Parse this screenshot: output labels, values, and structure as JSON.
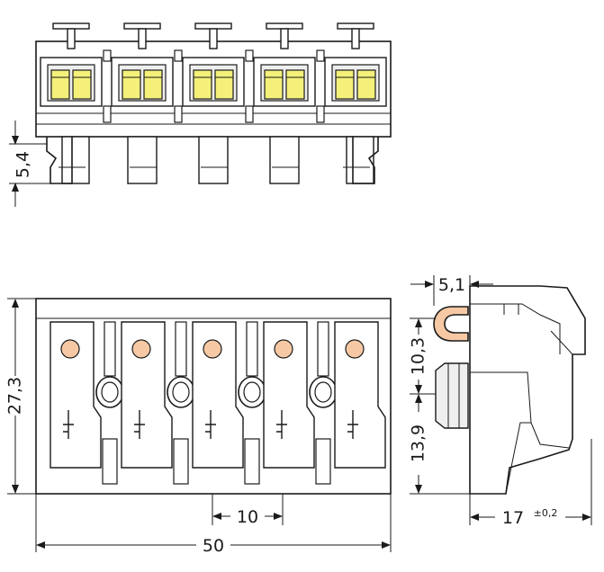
{
  "colors": {
    "line": "#1a1a1a",
    "release_marker": "#f6c9a4",
    "contact_yellow": "#f4f07a",
    "body_fill": "#ffffff",
    "shade": "#efefef"
  },
  "dimensions": {
    "pin_height": "5,4",
    "total_width": "50",
    "pitch": "10",
    "height": "27,3",
    "side_top": "10,3",
    "side_bottom": "13,9",
    "lever_width": "5,1",
    "depth": "17",
    "depth_tolerance": "±0,2"
  },
  "poles": 5
}
